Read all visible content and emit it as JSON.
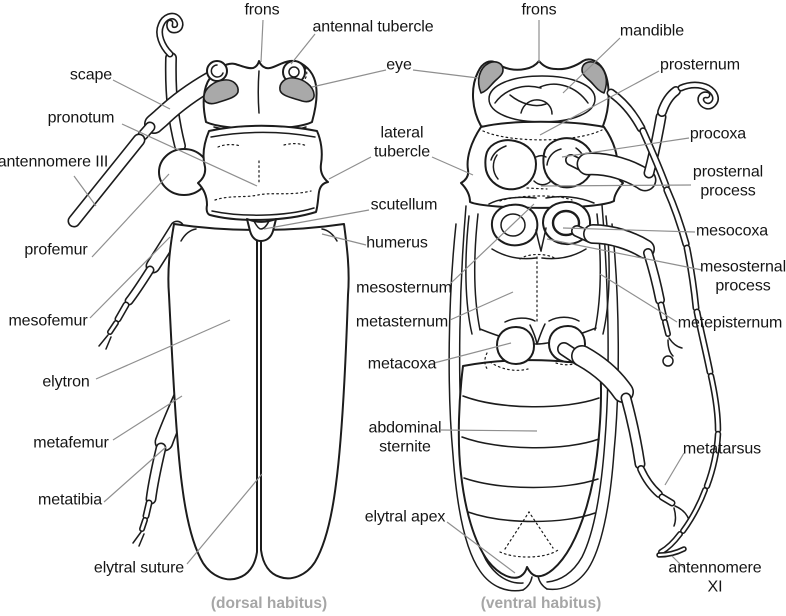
{
  "labels": {
    "frons_dorsal": "frons",
    "antennal_tubercle": "antennal tubercle",
    "eye": "eye",
    "scape": "scape",
    "pronotum": "pronotum",
    "antennomere_iii": "antennomere III",
    "profemur": "profemur",
    "mesofemur": "mesofemur",
    "elytron": "elytron",
    "metafemur": "metafemur",
    "metatibia": "metatibia",
    "elytral_suture": "elytral suture",
    "lateral_tubercle": "lateral\ntubercle",
    "scutellum": "scutellum",
    "humerus": "humerus",
    "mesosternum": "mesosternum",
    "metasternum": "metasternum",
    "metacoxa": "metacoxa",
    "abdominal_sternite": "abdominal\nsternite",
    "elytral_apex": "elytral apex",
    "frons_ventral": "frons",
    "mandible": "mandible",
    "prosternum": "prosternum",
    "procoxa": "procoxa",
    "prosternal_process": "prosternal\nprocess",
    "mesocoxa": "mesocoxa",
    "mesosternal_process": "mesosternal\nprocess",
    "metepisternum": "metepisternum",
    "metatarsus": "metatarsus",
    "antennomere_xi": "antennomere XI"
  },
  "captions": {
    "dorsal": "(dorsal habitus)",
    "ventral": "(ventral habitus)"
  },
  "colors": {
    "line": "#1c1c1c",
    "leader_line": "#8f8f8f",
    "eye_fill": "#a9a9a9",
    "caption_text": "#a6a6a6",
    "label_text": "#151515",
    "background": "#ffffff"
  }
}
